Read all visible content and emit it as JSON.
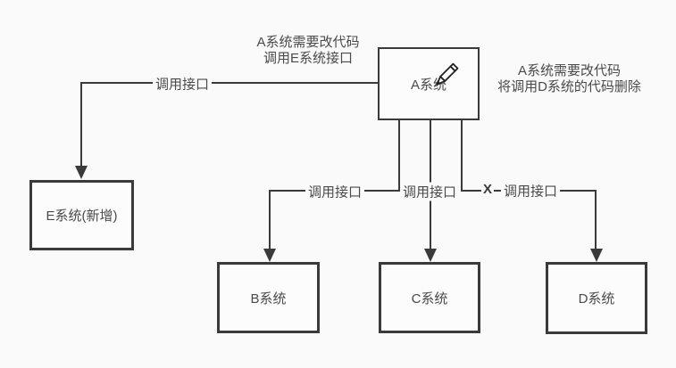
{
  "page": {
    "background_color": "#fafafa",
    "line_color": "#3a3a3a",
    "text_color": "#4a4a4a"
  },
  "diagram": {
    "nodes": [
      {
        "id": "A",
        "label": "A系统"
      },
      {
        "id": "E",
        "label": "E系统(新增)"
      },
      {
        "id": "B",
        "label": "B系统"
      },
      {
        "id": "C",
        "label": "C系统"
      },
      {
        "id": "D",
        "label": "D系统"
      }
    ],
    "edges": [
      {
        "from": "A",
        "to": "E",
        "label": "调用接口"
      },
      {
        "from": "A",
        "to": "B",
        "label": "调用接口"
      },
      {
        "from": "A",
        "to": "C",
        "label": "调用接口"
      },
      {
        "from": "A",
        "to": "D",
        "label": "调用接口",
        "marker": "X"
      }
    ],
    "annotations": [
      {
        "id": "top-left-of-a",
        "lines": [
          "A系统需要改代码",
          "调用E系统接口"
        ]
      },
      {
        "id": "right-of-a",
        "lines": [
          "A系统需要改代码",
          "将调用D系统的代码删除"
        ]
      }
    ],
    "icons": {
      "pencil": "editing cursor over A system box"
    }
  }
}
